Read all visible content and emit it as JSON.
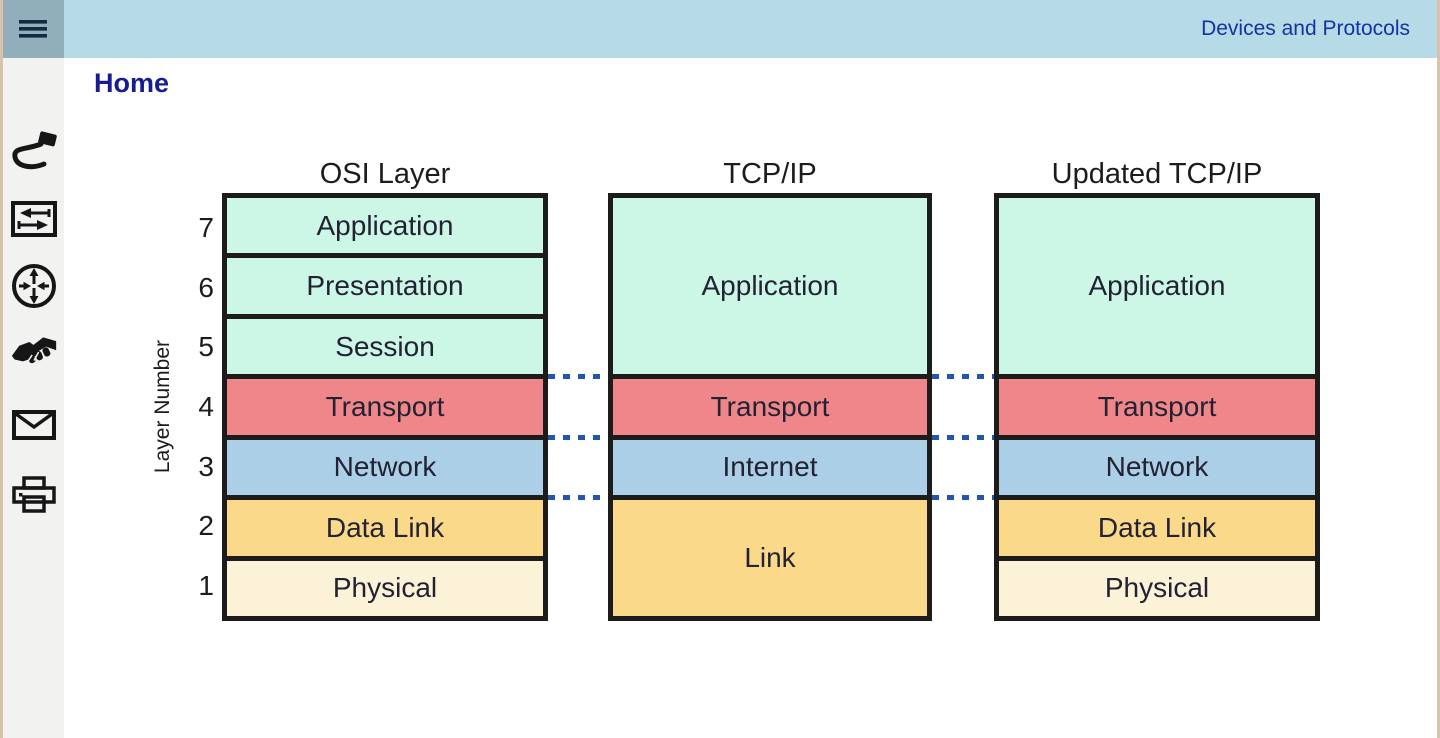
{
  "header": {
    "title": "Devices and Protocols"
  },
  "nav": {
    "home_label": "Home"
  },
  "sidebar": {
    "icons": [
      {
        "name": "cable-icon"
      },
      {
        "name": "switch-icon"
      },
      {
        "name": "router-icon"
      },
      {
        "name": "handshake-icon"
      },
      {
        "name": "mail-icon"
      },
      {
        "name": "printer-icon"
      }
    ]
  },
  "diagram": {
    "osi": {
      "title": "OSI Layer",
      "axis_label": "Layer Number",
      "layers": [
        {
          "number": "7",
          "label": "Application"
        },
        {
          "number": "6",
          "label": "Presentation"
        },
        {
          "number": "5",
          "label": "Session"
        },
        {
          "number": "4",
          "label": "Transport"
        },
        {
          "number": "3",
          "label": "Network"
        },
        {
          "number": "2",
          "label": "Data Link"
        },
        {
          "number": "1",
          "label": "Physical"
        }
      ]
    },
    "tcpip": {
      "title": "TCP/IP",
      "layers": [
        {
          "label": "Application",
          "span": 3
        },
        {
          "label": "Transport",
          "span": 1
        },
        {
          "label": "Internet",
          "span": 1
        },
        {
          "label": "Link",
          "span": 2
        }
      ]
    },
    "updated_tcpip": {
      "title": "Updated TCP/IP",
      "layers": [
        {
          "label": "Application",
          "span": 3
        },
        {
          "label": "Transport",
          "span": 1
        },
        {
          "label": "Network",
          "span": 1
        },
        {
          "label": "Data Link",
          "span": 1
        },
        {
          "label": "Physical",
          "span": 1
        }
      ]
    },
    "colors": {
      "application": "#ccf7e6",
      "transport": "#ef878a",
      "network": "#abcfe6",
      "data_link": "#fbd98b",
      "physical": "#fcf2d8",
      "connector": "#2355ac",
      "border": "#1e1c1a"
    },
    "ui_colors": {
      "header_bg": "#b7dbe6",
      "menu_tile_bg": "#90afba",
      "header_title": "#1233a2",
      "home_link": "#171c91",
      "sidebar_bg": "#f2f2f0",
      "window_edge": "#d8c2ab"
    }
  }
}
